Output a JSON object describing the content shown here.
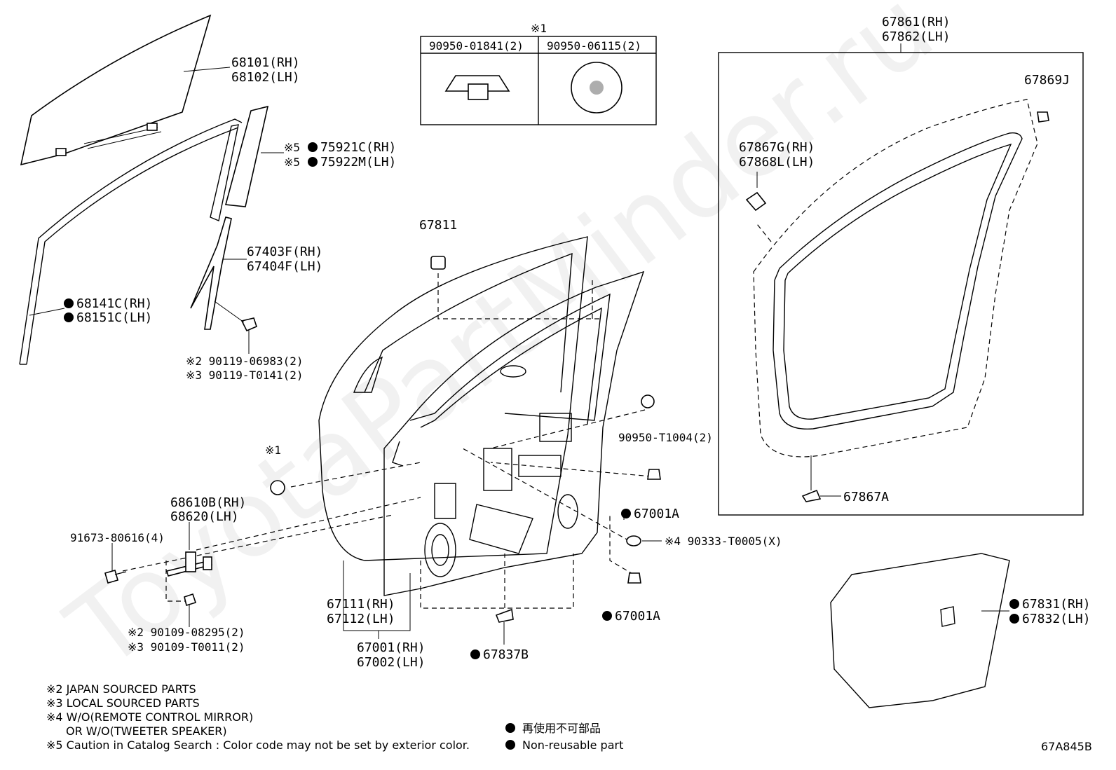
{
  "watermark": "ToyotaPartMinder.ru",
  "table": {
    "mark": "※1",
    "col1": "90950-01841(2)",
    "col2": "90950-06115(2)"
  },
  "labels": {
    "glass_rh": "68101(RH)",
    "glass_lh": "68102(LH)",
    "garn_rh": "75921C(RH)",
    "garn_lh": "75922M(LH)",
    "garn_mark": "※5",
    "chan_rh": "67403F(RH)",
    "chan_lh": "67404F(LH)",
    "run_rh": "68141C(RH)",
    "run_lh": "68151C(LH)",
    "bolt1_a": "※2 90119-06983(2)",
    "bolt1_b": "※3 90119-T0141(2)",
    "p67811": "67811",
    "clip_t1004": "90950-T1004(2)",
    "mark1": "※1",
    "check_rh": "68610B(RH)",
    "check_lh": "68620(LH)",
    "bolt2": "91673-80616(4)",
    "bolt3_a": "※2 90109-08295(2)",
    "bolt3_b": "※3 90109-T0011(2)",
    "panel_rh": "67111(RH)",
    "panel_lh": "67112(LH)",
    "door_rh": "67001(RH)",
    "door_lh": "67002(LH)",
    "plug_a": "67001A",
    "plug_b": "67001A",
    "hole_cover": "※4 90333-T0005(X)",
    "clip_67837": "67837B",
    "ws_rh": "67861(RH)",
    "ws_lh": "67862(LH)",
    "p67869": "67869J",
    "ws_clip_rh": "67867G(RH)",
    "ws_clip_lh": "67868L(LH)",
    "p67867a": "67867A",
    "seal_rh": "67831(RH)",
    "seal_lh": "67832(LH)"
  },
  "notes": [
    "※2 JAPAN SOURCED PARTS",
    "※3 LOCAL SOURCED PARTS",
    "※4 W/O(REMOTE CONTROL MIRROR)",
    "OR W/O(TWEETER SPEAKER)",
    "※5 Caution in Catalog Search : Color code may not be set by exterior color."
  ],
  "legend": {
    "ja": "再使用不可部品",
    "en": "Non-reusable part"
  },
  "diagram_code": "67A845B"
}
